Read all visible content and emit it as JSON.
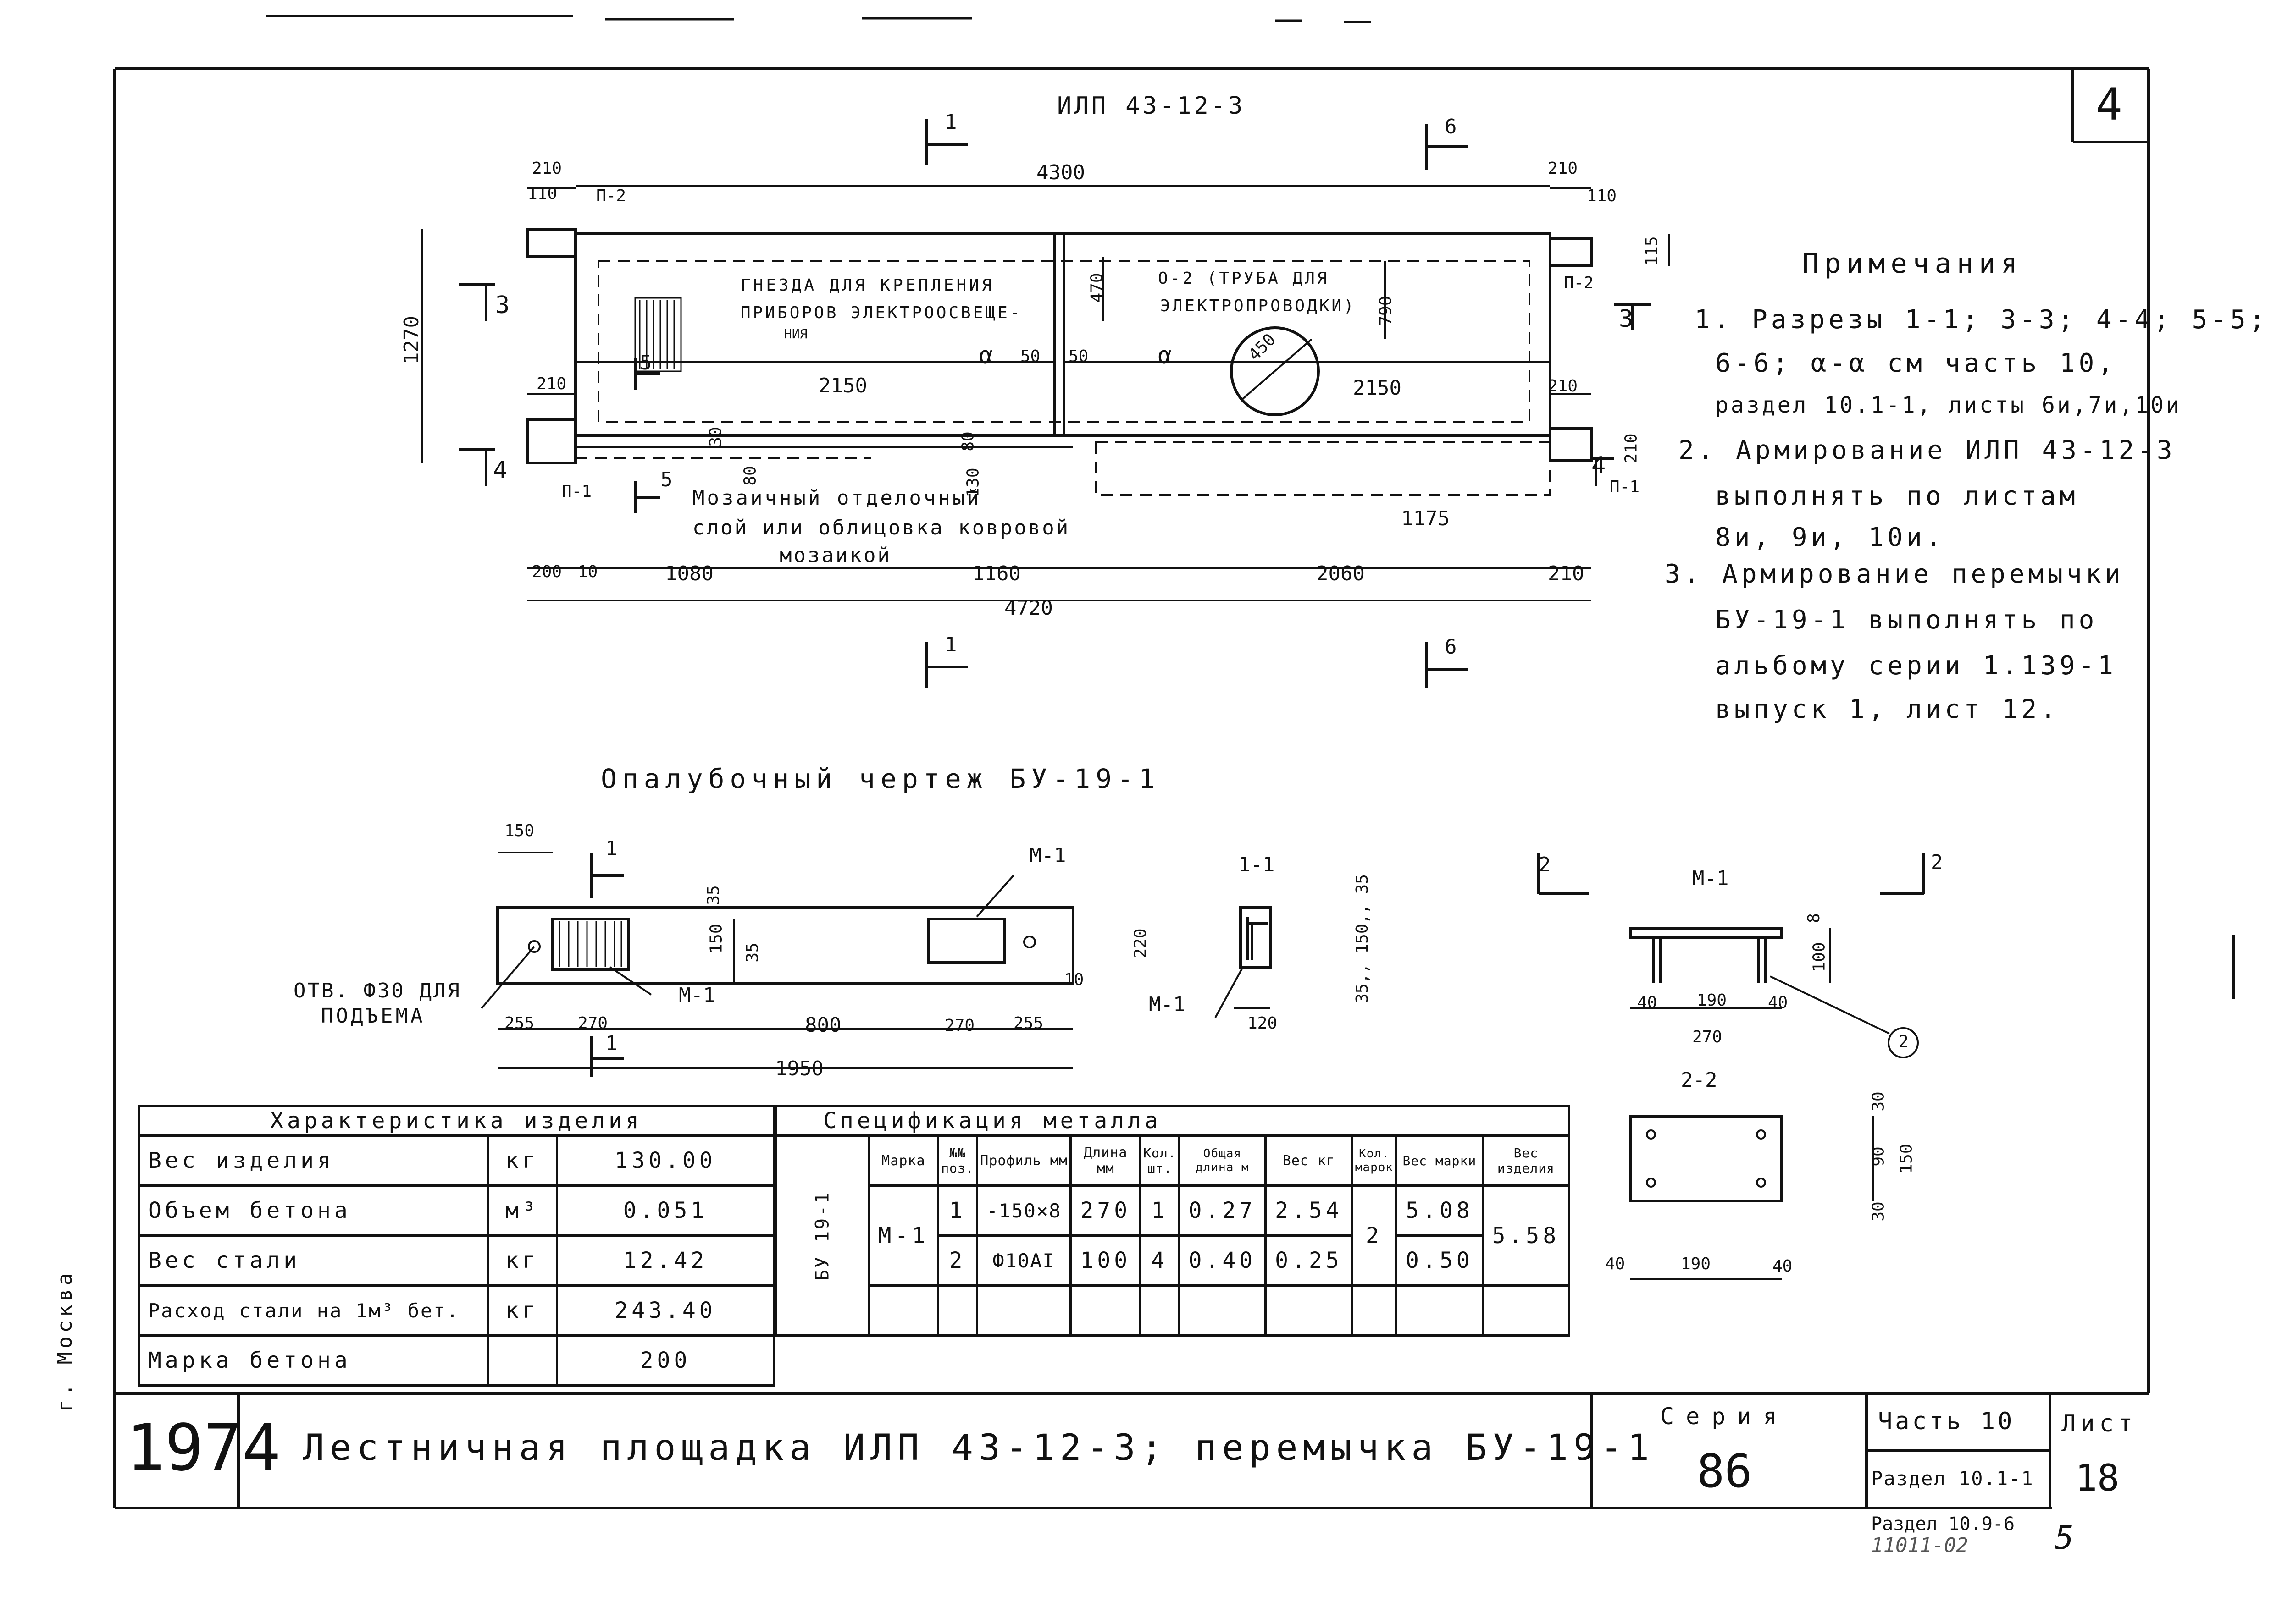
{
  "sheet_corner_number": "4",
  "slab": {
    "name": "ИЛП 43-12-3",
    "dims": {
      "total_top": "4300",
      "total_bottom": "4720",
      "depth": "1270",
      "left_end_top": "210",
      "left_inner_top": "110",
      "right_end_top": "210",
      "right_inner_top": "110",
      "right_115": "115",
      "left_210_mid": "210",
      "right_210_mid": "210",
      "right_210_low": "210",
      "left_half": "2150",
      "right_half": "2150",
      "d470": "470",
      "d790": "790",
      "d50a": "50",
      "d50b": "50",
      "d450": "450",
      "d30": "30",
      "d80a": "80",
      "d80b": "80",
      "d130": "130",
      "d1175": "1175",
      "b200": "200",
      "b10": "10",
      "b1080": "1080",
      "b1160": "1160",
      "b2060": "2060",
      "b210": "210"
    },
    "labels": {
      "p2_left": "П-2",
      "p2_right": "П-2",
      "p1_left": "П-1",
      "p1_right": "П-1",
      "sockets": "ГНЕЗДА ДЛЯ КРЕПЛЕНИЯ",
      "sockets2": "ПРИБОРОВ ЭЛЕКТРООСВЕЩЕ-",
      "sockets3": "НИЯ",
      "pipe1": "О-2 (ТРУБА ДЛЯ",
      "pipe2": "ЭЛЕКТРОПРОВОДКИ)",
      "alpha1": "α",
      "alpha2": "α",
      "mosaic1": "Мозаичный отделочный",
      "mosaic2": "слой или облицовка ковровой",
      "mosaic3": "мозаикой",
      "sec1_top": "1",
      "sec6_top": "6",
      "sec1_bot": "1",
      "sec6_bot": "6",
      "sec3_l": "3",
      "sec3_r": "3",
      "sec4_l": "4",
      "sec4_r": "4",
      "sec5_a": "5",
      "sec5_b": "5"
    }
  },
  "notes": {
    "title": "Примечания",
    "lines": [
      "1. Разрезы 1-1; 3-3; 4-4; 5-5;",
      "6-6; α-α см часть 10,",
      "раздел 10.1-1, листы 6и,7и,10и",
      "2. Армирование ИЛП 43-12-3",
      "выполнять по листам",
      "8и, 9и, 10и.",
      "3. Армирование перемычки",
      "БУ-19-1 выполнять по",
      "альбому серии 1.139-1",
      "выпуск 1, лист 12."
    ]
  },
  "lintel": {
    "title": "Опалубочный чертеж БУ-19-1",
    "dims": {
      "d150_top": "150",
      "d35a": "35",
      "d150_mid": "150",
      "d35b": "35",
      "d10": "10",
      "d255a": "255",
      "d270a": "270",
      "d800": "800",
      "d270b": "270",
      "d255b": "255",
      "d1950": "1950"
    },
    "labels": {
      "m1_top": "М-1",
      "m1_bot": "М-1",
      "hole1": "ОТВ. Ф30 ДЛЯ",
      "hole2": "ПОДЪЕМА",
      "sec1_top": "1",
      "sec1_bot": "1"
    }
  },
  "section11": {
    "title": "1-1",
    "d220": "220",
    "d120": "120",
    "d_vert": "35,, 150,, 35",
    "m1": "М-1"
  },
  "part_m1": {
    "title": "М-1",
    "sec2_l": "2",
    "sec2_r": "2",
    "d8": "8",
    "d100": "100",
    "d40a": "40",
    "d190a": "190",
    "d40b": "40",
    "d270": "270",
    "circle_pos": "2",
    "view22": "2-2",
    "d30a": "30",
    "d90": "90",
    "d30b": "30",
    "d150": "150",
    "d40c": "40",
    "d190b": "190",
    "d40d": "40"
  },
  "characteristics": {
    "header": "Характеристика изделия",
    "rows": [
      {
        "name": "Вес изделия",
        "unit": "кг",
        "value": "130.00"
      },
      {
        "name": "Объем бетона",
        "unit": "м³",
        "value": "0.051"
      },
      {
        "name": "Вес стали",
        "unit": "кг",
        "value": "12.42"
      },
      {
        "name": "Расход стали на 1м³ бет.",
        "unit": "кг",
        "value": "243.40"
      },
      {
        "name": "Марка бетона",
        "unit": "",
        "value": "200"
      }
    ]
  },
  "specification": {
    "header": "Спецификация металла",
    "columns": [
      "Марка",
      "№№ поз.",
      "Профиль мм",
      "Длина мм",
      "Кол. шт.",
      "Общая длина м",
      "Вес кг",
      "Кол. марок",
      "Вес марки",
      "Вес изделия"
    ],
    "product": "БУ 19-1",
    "mark": "М-1",
    "rows": [
      {
        "pos": "1",
        "profile": "-150×8",
        "length": "270",
        "qty": "1",
        "total_len": "0.27",
        "weight": "2.54",
        "mark_weight": "5.08"
      },
      {
        "pos": "2",
        "profile": "Ф10АI",
        "length": "100",
        "qty": "4",
        "total_len": "0.40",
        "weight": "0.25",
        "mark_weight": "0.50"
      }
    ],
    "marks_qty": "2",
    "product_weight": "5.58"
  },
  "title_block": {
    "city": "г. Москва",
    "year": "1974",
    "title": "Лестничная площадка ИЛП 43-12-3; перемычка БУ-19-1",
    "series_label": "Серия",
    "series_value": "86",
    "part_label": "Часть 10",
    "section_label": "Раздел 10.1-1",
    "sheet_label": "Лист",
    "sheet_value": "18",
    "below_section": "Раздел 10.9-6",
    "below_code": "11011-02",
    "below_num": "5"
  }
}
